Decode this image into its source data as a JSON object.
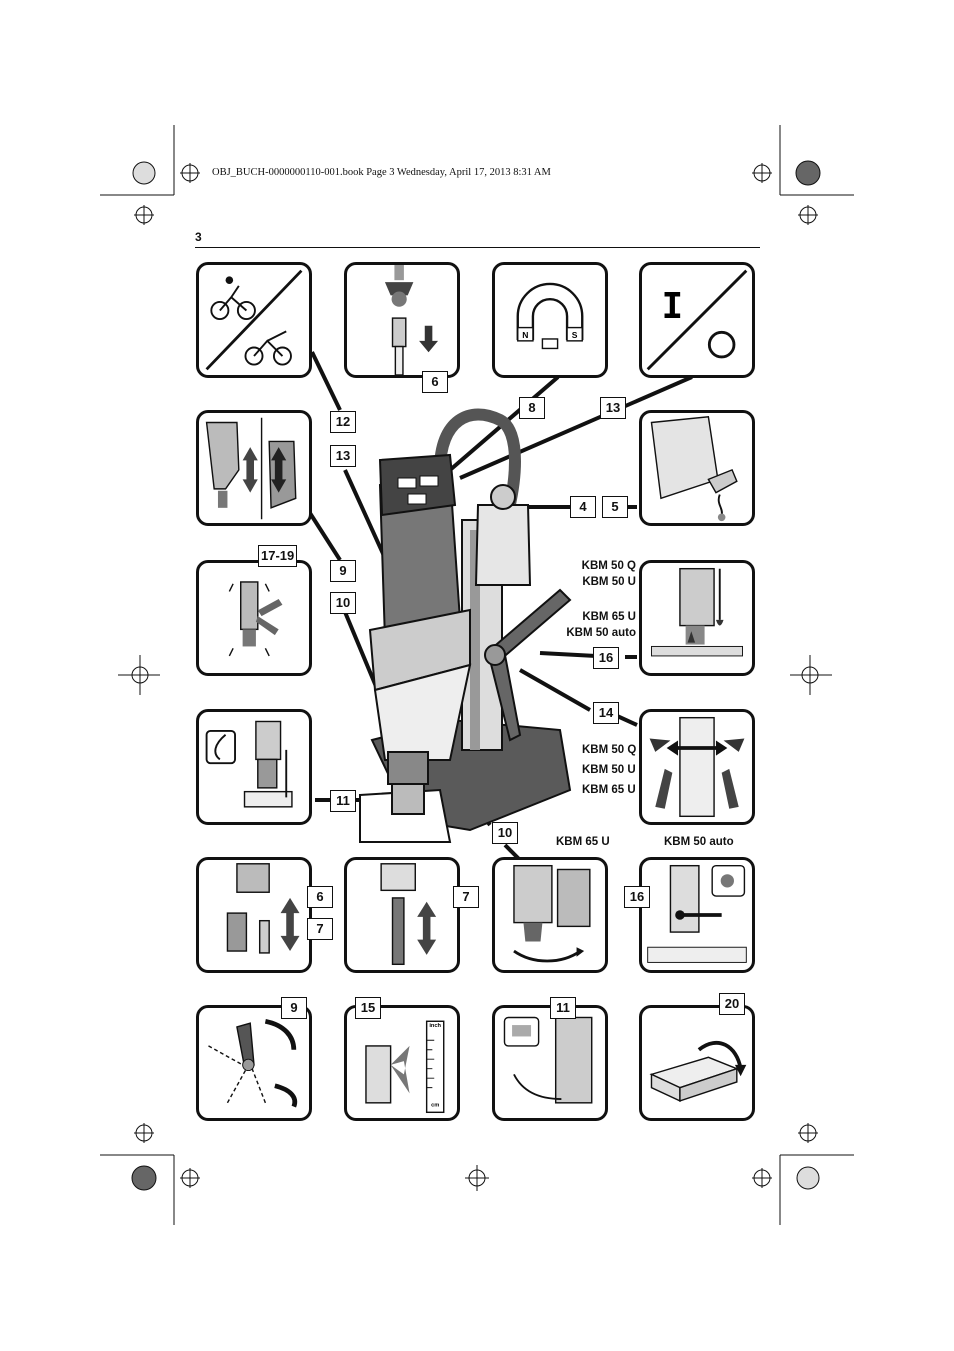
{
  "header": {
    "file_info": "OBJ_BUCH-0000000110-001.book  Page 3  Wednesday, April 17, 2013  8:31 AM",
    "page_number": "3"
  },
  "callouts": {
    "c6_top": "6",
    "c8": "8",
    "c13_top": "13",
    "c12": "12",
    "c13_left": "13",
    "c4": "4",
    "c5": "5",
    "c17_19": "17-19",
    "c9_left": "9",
    "c10_left": "10",
    "c16_right": "16",
    "c14": "14",
    "c11_left": "11",
    "c10_mid": "10",
    "c6_bottom": "6",
    "c7_left": "7",
    "c7_right": "7",
    "c16_bottom": "16",
    "c9_bottom": "9",
    "c15": "15",
    "c11_bottom": "11",
    "c20": "20"
  },
  "models": {
    "group1": [
      "KBM 50 Q",
      "KBM 50 U"
    ],
    "group2": [
      "KBM 65 U",
      "KBM 50 auto"
    ],
    "group3": [
      "KBM 50 Q",
      "KBM 50 U",
      "KBM 65 U"
    ],
    "kbm65u": "KBM 65 U",
    "kbm50auto": "KBM 50 auto"
  },
  "panel_texts": {
    "magnet_n": "N",
    "magnet_s": "S",
    "switch_on": "I",
    "scale_inch": "inch",
    "scale_cm": "cm"
  }
}
